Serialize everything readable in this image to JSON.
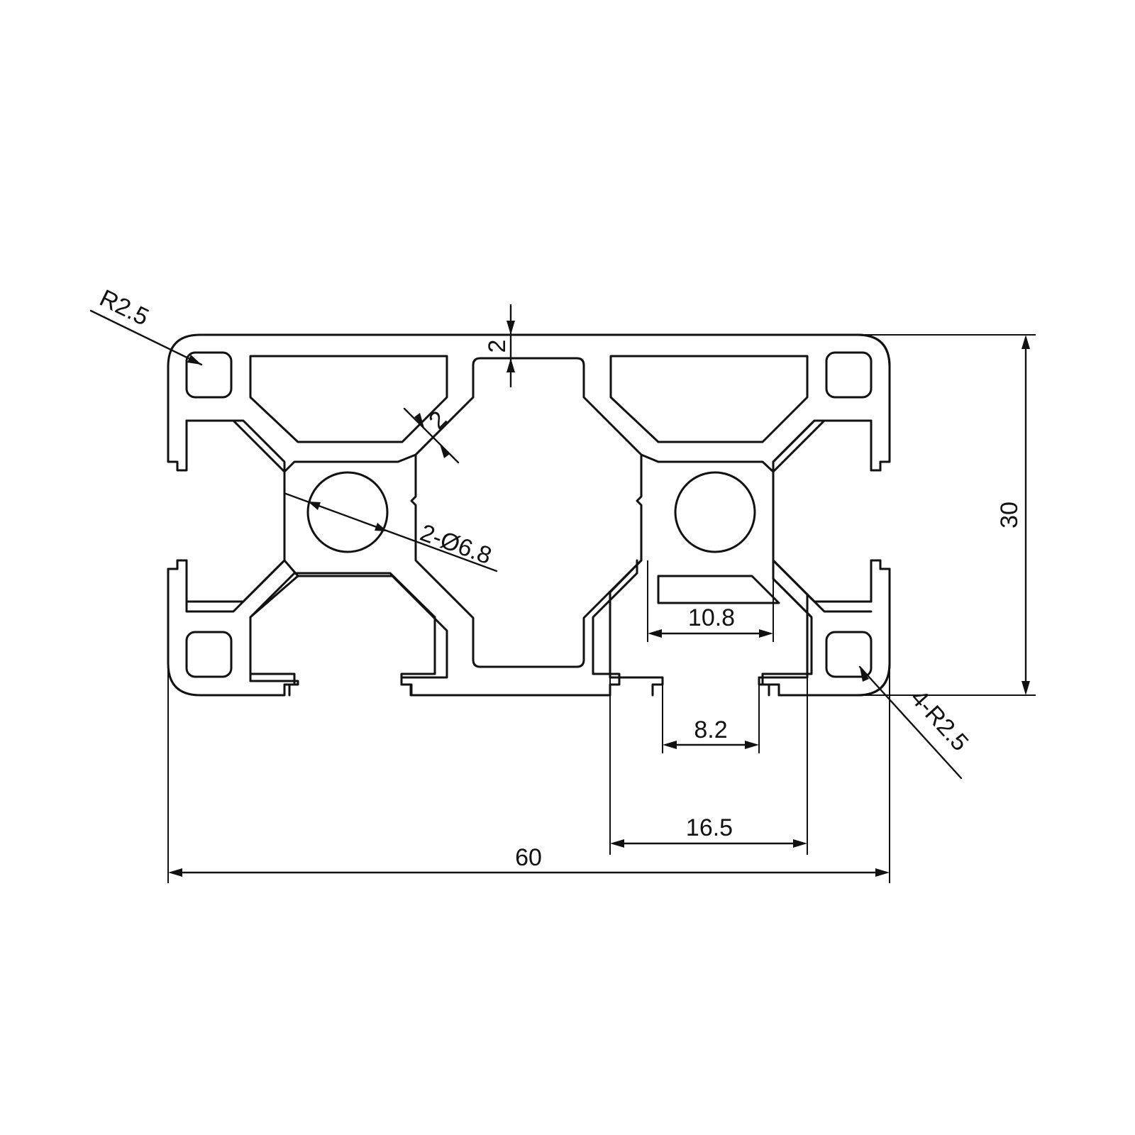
{
  "drawing": {
    "colors": {
      "line": "#111111",
      "background": "#ffffff"
    },
    "dimensions": {
      "overall_width": "60",
      "overall_height": "30",
      "wall_thickness_top": "2",
      "web_thickness": "2",
      "center_hole": "2-Ø6.8",
      "outer_corner_radius": "R2.5",
      "slot_corner_radii": "4-R2.5",
      "inner_slot_width": "10.8",
      "slot_opening": "8.2",
      "slot_outer_width": "16.5"
    }
  }
}
